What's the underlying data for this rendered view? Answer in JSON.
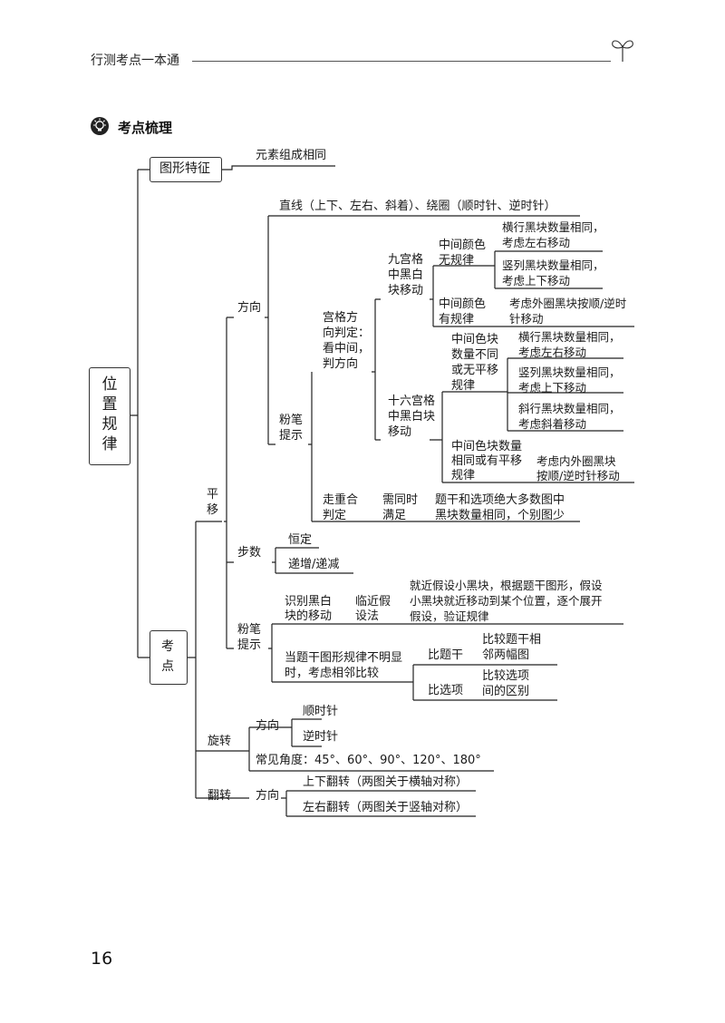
{
  "header": {
    "title": "行测考点一本通"
  },
  "section": {
    "title": "考点梳理"
  },
  "page_number": "16",
  "mindmap": {
    "root": [
      "位",
      "置",
      "规",
      "律"
    ],
    "features": "图形特征",
    "features_child": "元素组成相同",
    "kaodian": [
      "考",
      "点"
    ],
    "pingyi": [
      "平",
      "移"
    ],
    "fangxiang": "方向",
    "line1": "直线（上下、左右、斜着）、绕圈（顺时针、逆时针）",
    "fenbi": [
      "粉笔",
      "提示"
    ],
    "gongge": [
      "宫格方",
      "向判定：",
      "看中间，",
      "判方向"
    ],
    "nine": [
      "九宫格",
      "中黑白",
      "块移动"
    ],
    "mid_none": [
      "中间颜色",
      "无规律"
    ],
    "horiz1": [
      "横行黑块数量相同，",
      "考虑左右移动"
    ],
    "vert1": [
      "竖列黑块数量相同，",
      "考虑上下移动"
    ],
    "mid_rule": [
      "中间颜色",
      "有规律"
    ],
    "outer1": [
      "考虑外圈黑块按顺/逆时",
      "针移动"
    ],
    "sixteen": [
      "十六宫格",
      "中黑白块",
      "移动"
    ],
    "mid_diff": [
      "中间色块",
      "数量不同",
      "或无平移",
      "规律"
    ],
    "horiz2": [
      "横行黑块数量相同，",
      "考虑左右移动"
    ],
    "vert2": [
      "竖列黑块数量相同，",
      "考虑上下移动"
    ],
    "diag2": [
      "斜行黑块数量相同，",
      "考虑斜着移动"
    ],
    "mid_same": [
      "中间色块数量",
      "相同或有平移",
      "规律"
    ],
    "outer2": [
      "考虑内外圈黑块",
      "按顺/逆时针移动"
    ],
    "overlap": [
      "走重合",
      "判定"
    ],
    "need": [
      "需同时",
      "满足"
    ],
    "overlap_desc": [
      "题干和选项绝大多数图中",
      "黑块数量相同，个别图少"
    ],
    "bushu": "步数",
    "hengding": "恒定",
    "dizeng": "递增/递减",
    "fenbi2": [
      "粉笔",
      "提示"
    ],
    "identify": [
      "识别黑白",
      "块的移动"
    ],
    "near": [
      "临近假",
      "设法"
    ],
    "near_desc": [
      "就近假设小黑块，根据题干图形，假设",
      "小黑块就近移动到某个位置，逐个展开",
      "假设，验证规律"
    ],
    "unclear": [
      "当题干图形规律不明显",
      "时，考虑相邻比较"
    ],
    "bitigan": "比题干",
    "bitigan_desc": [
      "比较题干相",
      "邻两幅图"
    ],
    "bixuanxiang": "比选项",
    "bixuanxiang_desc": [
      "比较选项",
      "间的区别"
    ],
    "xuanzhuan": "旋转",
    "fangxiang2": "方向",
    "shun": "顺时针",
    "ni": "逆时针",
    "angles": "常见角度：45°、60°、90°、120°、180°",
    "fanzhuan": "翻转",
    "fangxiang3": "方向",
    "flip_ud": "上下翻转（两图关于横轴对称）",
    "flip_lr": "左右翻转（两图关于竖轴对称）"
  }
}
